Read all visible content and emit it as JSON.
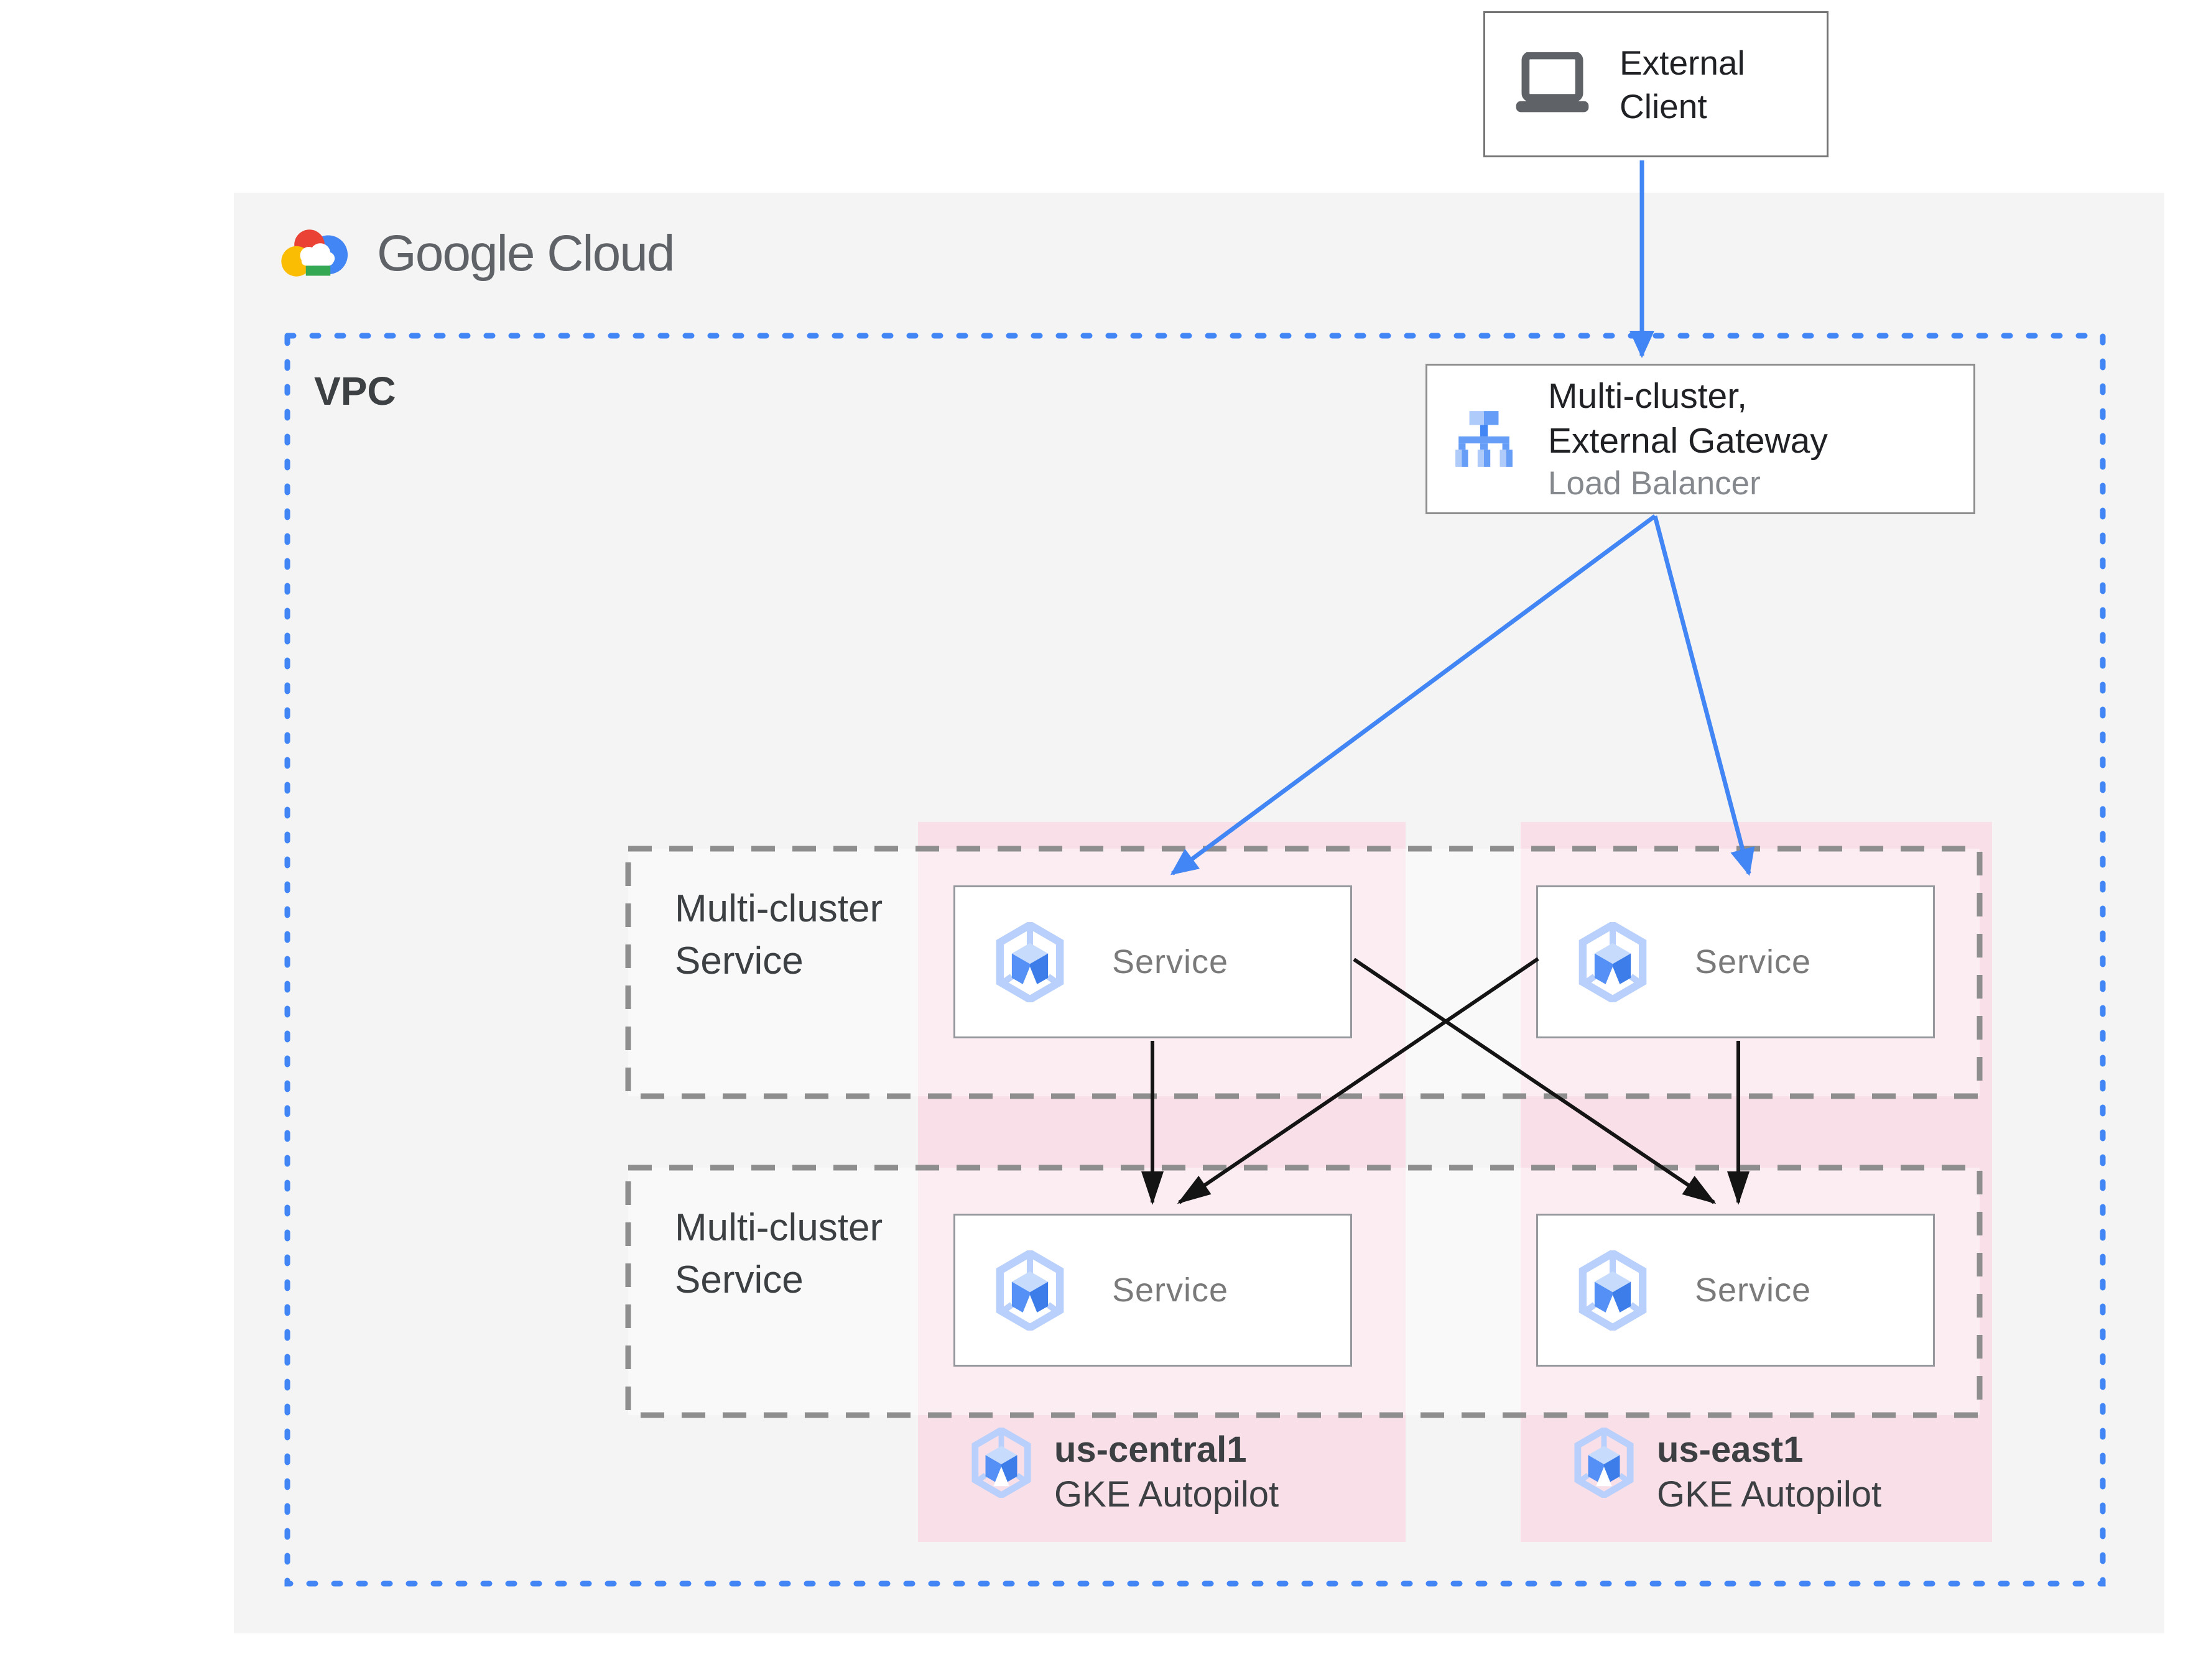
{
  "header": {
    "logo_text": "Google Cloud"
  },
  "external_client": {
    "line1": "External",
    "line2": "Client"
  },
  "vpc": {
    "label": "VPC"
  },
  "load_balancer": {
    "title_line1": "Multi-cluster,",
    "title_line2": "External Gateway",
    "subtitle": "Load Balancer"
  },
  "service_rows": [
    {
      "label_line1": "Multi-cluster",
      "label_line2": "Service"
    },
    {
      "label_line1": "Multi-cluster",
      "label_line2": "Service"
    }
  ],
  "services": [
    {
      "label": "Service"
    },
    {
      "label": "Service"
    },
    {
      "label": "Service"
    },
    {
      "label": "Service"
    }
  ],
  "clusters": [
    {
      "region": "us-central1",
      "platform": "GKE Autopilot"
    },
    {
      "region": "us-east1",
      "platform": "GKE Autopilot"
    }
  ],
  "icons": {
    "logo": "google-cloud-logo",
    "client": "laptop-icon",
    "load_balancer": "load-balancer-icon",
    "service": "gke-hexagon-icon",
    "cluster": "gke-hexagon-icon"
  },
  "colors": {
    "accent_blue": "#4285F4",
    "light_blue": "#AECBFA",
    "mid_blue": "#669DF6",
    "panel_gray": "#F4F4F4",
    "pink_column": "#F9DFE8",
    "dash_gray": "#8E8E8E",
    "border_gray": "#95999E",
    "text_dark": "#3C4043",
    "text_black": "#202124",
    "text_gray": "#85898D",
    "arrow_black": "#141414",
    "logo_red": "#EA4335",
    "logo_yellow": "#FBBC04",
    "logo_green": "#34A853"
  }
}
